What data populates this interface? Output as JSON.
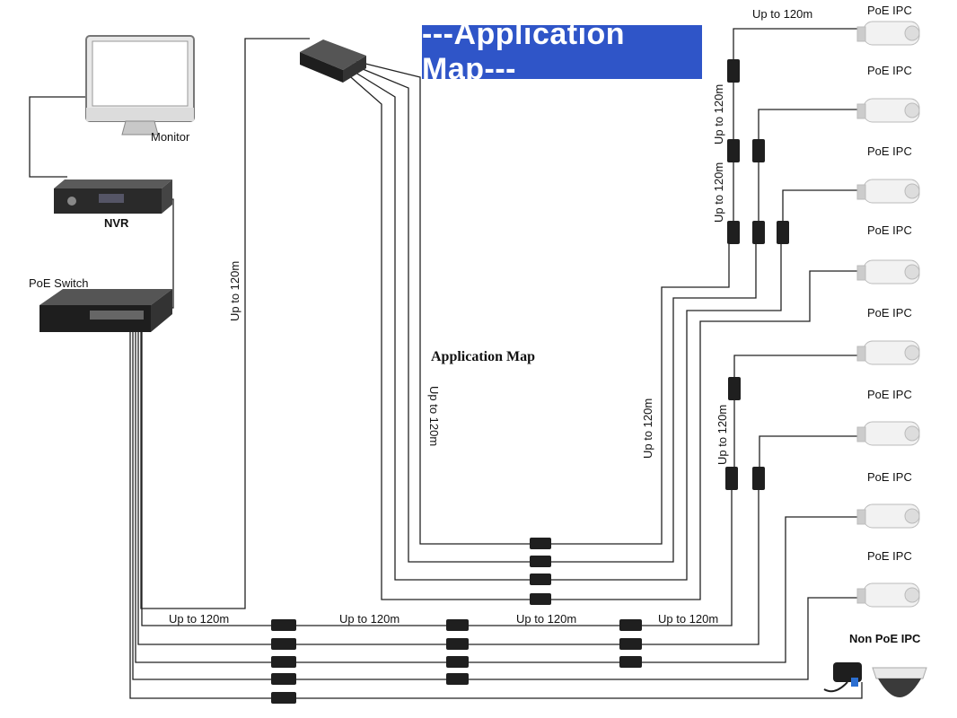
{
  "banner": {
    "title": "---Application Map---"
  },
  "subtitle": "Application Map",
  "devices": {
    "monitor": "Monitor",
    "nvr": "NVR",
    "poe_switch": "PoE Switch",
    "cameras": [
      "PoE IPC",
      "PoE IPC",
      "PoE IPC",
      "PoE IPC",
      "PoE IPC",
      "PoE IPC",
      "PoE IPC",
      "PoE IPC"
    ],
    "non_poe": "Non PoE IPC"
  },
  "distance_labels": {
    "top": "Up to 120m",
    "left_vertical": "Up to 120m",
    "center_vertical": "Up to 120m",
    "mid_vertical": "Up to 120m",
    "right_vertical_1": "Up to 120m",
    "right_vertical_2": "Up to 120m",
    "right_vertical_3": "Up to 120m",
    "bottom": [
      "Up to 120m",
      "Up to 120m",
      "Up to 120m",
      "Up to 120m"
    ]
  },
  "colors": {
    "banner": "#2f55c8",
    "line": "#222222",
    "device": "#1e1e1e"
  }
}
